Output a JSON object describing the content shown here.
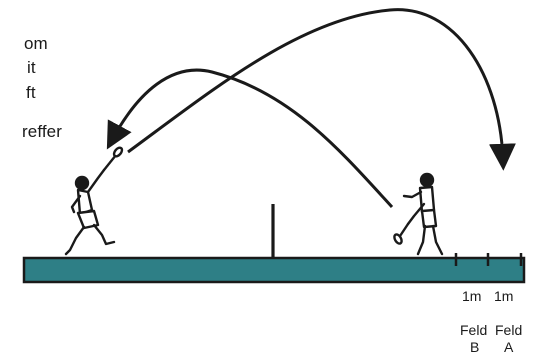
{
  "side_text": {
    "line1": "om",
    "line2": "it",
    "line3": "ft",
    "line4": "reffer"
  },
  "court": {
    "color": "#2e7f86",
    "marker_left": "1m",
    "marker_right": "1m",
    "field_b_line1": "Feld",
    "field_b_line2": "B",
    "field_a_line1": "Feld",
    "field_a_line2": "A"
  }
}
